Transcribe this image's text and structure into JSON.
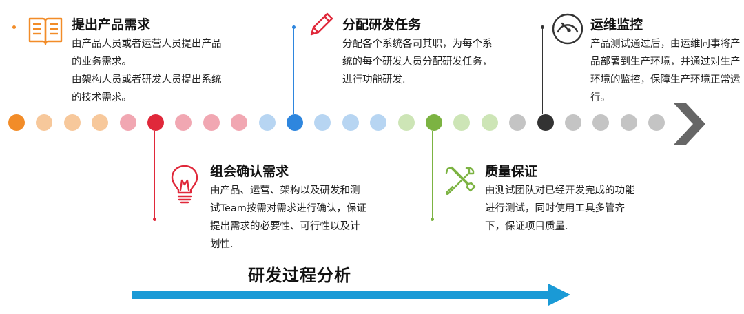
{
  "main_title": "研发过程分析",
  "stages": [
    {
      "key": "propose",
      "title": "提出产品需求",
      "paragraphs": [
        "由产品人员或者运营人员提出产品的业务需求。",
        "由架构人员或者研发人员提出系统的技术需求。"
      ],
      "color": "#f28c28",
      "icon": "book-icon"
    },
    {
      "key": "confirm",
      "title": "组会确认需求",
      "paragraphs": [
        "由产品、运营、架构以及研发和测试Team按需对需求进行确认，保证提出需求的必要性、可行性以及计划性."
      ],
      "color": "#e0283a",
      "icon": "lightbulb-icon"
    },
    {
      "key": "assign",
      "title": "分配研发任务",
      "paragraphs": [
        "分配各个系统各司其职，为每个系统的每个研发人员分配研发任务，进行功能研发."
      ],
      "color": "#2e86de",
      "icon": "pencil-icon"
    },
    {
      "key": "quality",
      "title": "质量保证",
      "paragraphs": [
        "由测试团队对已经开发完成的功能进行测试，同时使用工具多管齐下，保证项目质量."
      ],
      "color": "#7cb342",
      "icon": "tools-icon"
    },
    {
      "key": "monitor",
      "title": "运维监控",
      "paragraphs": [
        "产品测试通过后，由运维同事将产品部署到生产环境，并通过对生产环境的监控，保障生产环境正常运行。"
      ],
      "color": "#333333",
      "icon": "gauge-icon"
    }
  ],
  "colors": {
    "orange": "#f28c28",
    "orange_light": "#f7c89b",
    "pink_light": "#f1a7b2",
    "red": "#e0283a",
    "blue_light": "#b7d5f2",
    "blue": "#2e86de",
    "green_light": "#cde5b6",
    "green": "#7cb342",
    "gray_light": "#c4c4c4",
    "dark": "#333333",
    "arrow_blue": "#1a9ad6",
    "chevron": "#595959"
  },
  "timeline_dots": [
    "orange",
    "orange_light",
    "orange_light",
    "orange_light",
    "pink_light",
    "red",
    "pink_light",
    "pink_light",
    "pink_light",
    "blue_light",
    "blue",
    "blue_light",
    "blue_light",
    "blue_light",
    "green_light",
    "green",
    "green_light",
    "green_light",
    "gray_light",
    "dark",
    "gray_light",
    "gray_light",
    "gray_light",
    "gray_light"
  ]
}
